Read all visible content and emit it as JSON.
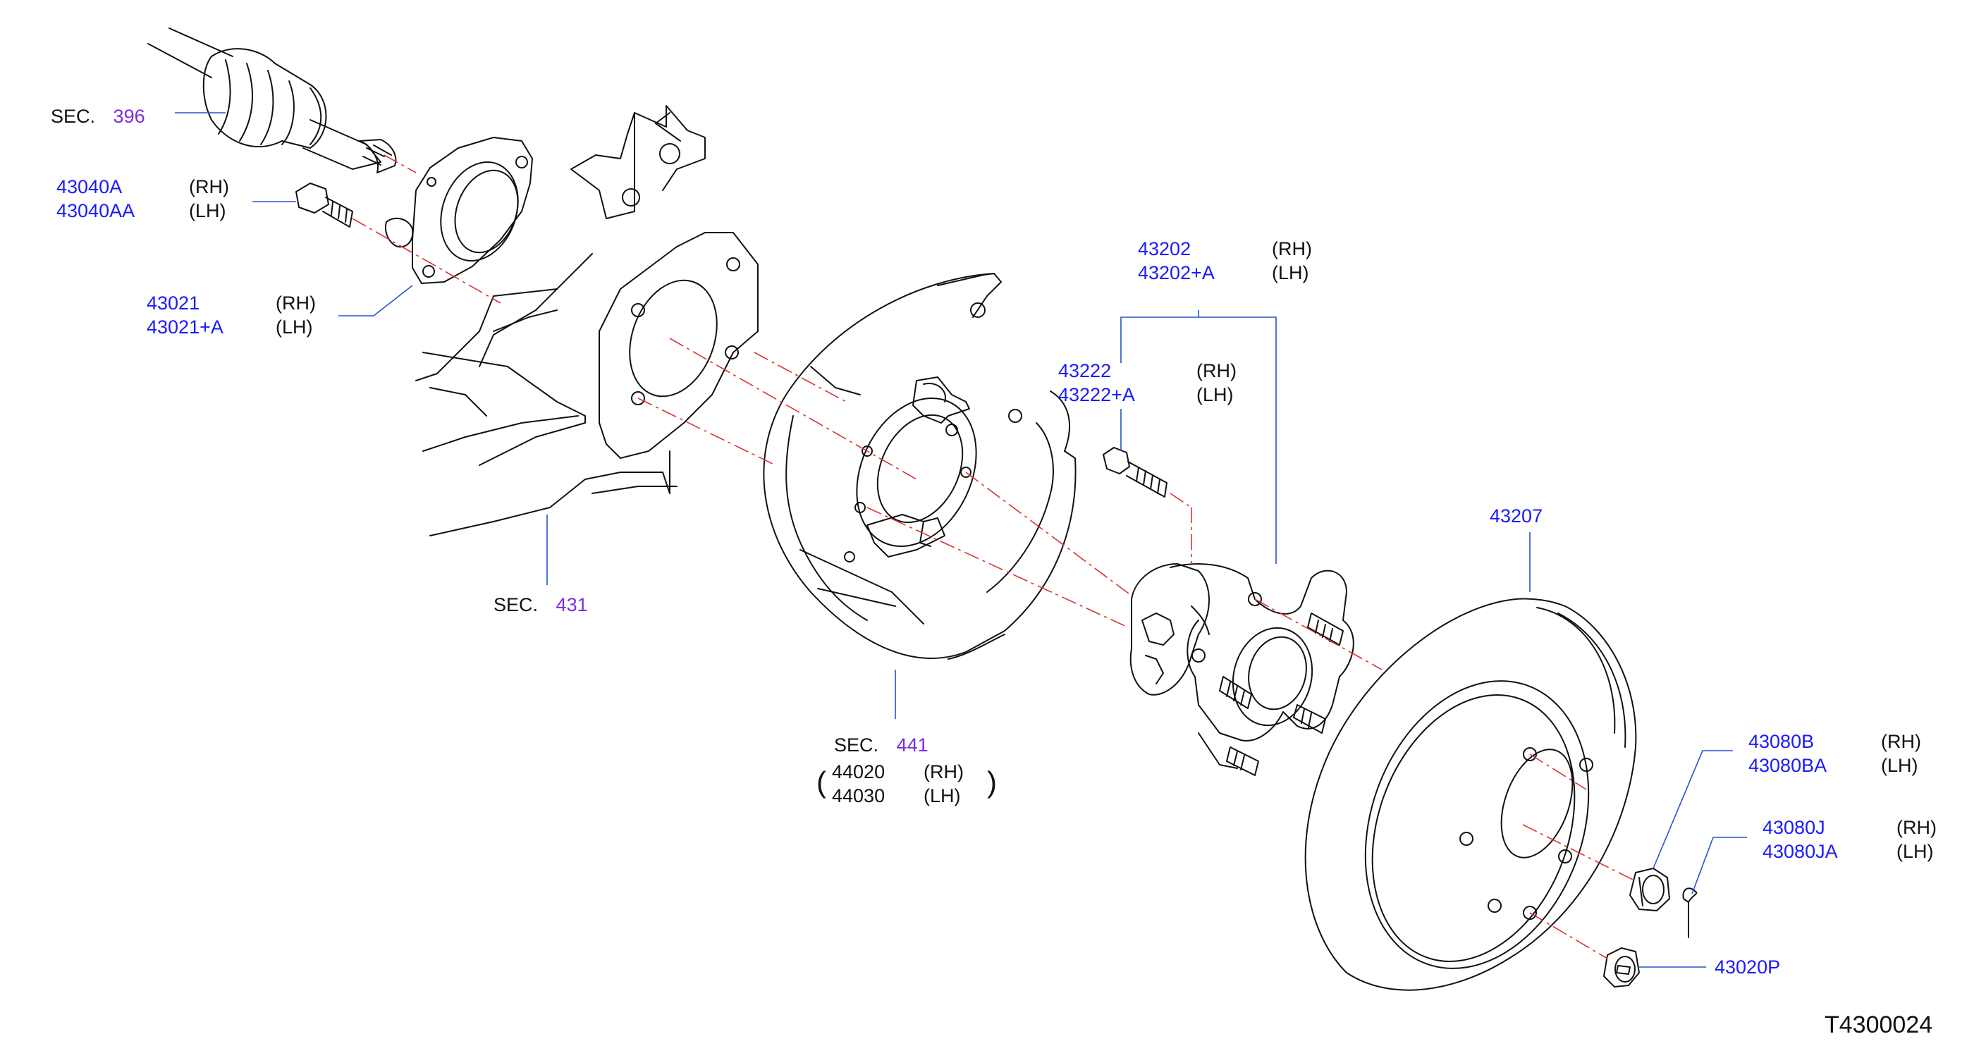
{
  "colors": {
    "part_number": "#1a1aff",
    "section_number": "#7a2ee0",
    "leader_line": "#2255cc",
    "center_line": "#e03030",
    "outline": "#111111"
  },
  "sec396": {
    "prefix": "SEC.",
    "num": "396"
  },
  "sec431": {
    "prefix": "SEC.",
    "num": "431"
  },
  "sec441": {
    "prefix": "SEC.",
    "num": "441",
    "rh_part": "44020",
    "rh": "(RH)",
    "lh_part": "44030",
    "lh": "(LH)"
  },
  "p43040": {
    "rh_part": "43040A",
    "rh": "(RH)",
    "lh_part": "43040AA",
    "lh": "(LH)"
  },
  "p43021": {
    "rh_part": "43021",
    "rh": "(RH)",
    "lh_part": "43021+A",
    "lh": "(LH)"
  },
  "p43202": {
    "rh_part": "43202",
    "rh": "(RH)",
    "lh_part": "43202+A",
    "lh": "(LH)"
  },
  "p43222": {
    "rh_part": "43222",
    "rh": "(RH)",
    "lh_part": "43222+A",
    "lh": "(LH)"
  },
  "p43207": {
    "part": "43207"
  },
  "p43080b": {
    "rh_part": "43080B",
    "rh": "(RH)",
    "lh_part": "43080BA",
    "lh": "(LH)"
  },
  "p43080j": {
    "rh_part": "43080J",
    "rh": "(RH)",
    "lh_part": "43080JA",
    "lh": "(LH)"
  },
  "p43020": {
    "part": "43020P"
  },
  "diagram_code": "T4300024"
}
